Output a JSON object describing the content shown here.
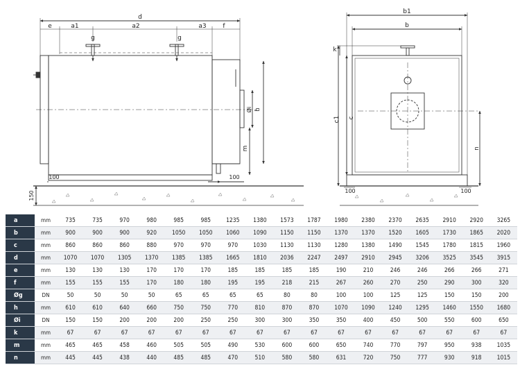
{
  "drawing": {
    "labels": {
      "d": "d",
      "e": "e",
      "a1": "a1",
      "a2": "a2",
      "a3": "a3",
      "f": "f",
      "g1": "g",
      "g2": "g",
      "h": "h",
      "i": "Øi",
      "m": "m",
      "n100a": "100",
      "n100b": "100",
      "n150": "150",
      "b1": "b1",
      "b": "b",
      "k": "k",
      "c1": "c1",
      "c": "c",
      "n": "n",
      "n100c": "100",
      "n100d": "100"
    }
  },
  "table": {
    "rows": [
      {
        "label": "a",
        "unit": "mm",
        "values": [
          "735",
          "735",
          "970",
          "980",
          "985",
          "985",
          "1235",
          "1380",
          "1573",
          "1787",
          "1980",
          "2380",
          "2370",
          "2635",
          "2910",
          "2920",
          "3265"
        ]
      },
      {
        "label": "b",
        "unit": "mm",
        "values": [
          "900",
          "900",
          "900",
          "920",
          "1050",
          "1050",
          "1060",
          "1090",
          "1150",
          "1150",
          "1370",
          "1370",
          "1520",
          "1605",
          "1730",
          "1865",
          "2020"
        ]
      },
      {
        "label": "c",
        "unit": "mm",
        "values": [
          "860",
          "860",
          "860",
          "880",
          "970",
          "970",
          "970",
          "1030",
          "1130",
          "1130",
          "1280",
          "1380",
          "1490",
          "1545",
          "1780",
          "1815",
          "1960"
        ]
      },
      {
        "label": "d",
        "unit": "mm",
        "values": [
          "1070",
          "1070",
          "1305",
          "1370",
          "1385",
          "1385",
          "1665",
          "1810",
          "2036",
          "2247",
          "2497",
          "2910",
          "2945",
          "3206",
          "3525",
          "3545",
          "3915"
        ]
      },
      {
        "label": "e",
        "unit": "mm",
        "values": [
          "130",
          "130",
          "130",
          "170",
          "170",
          "170",
          "185",
          "185",
          "185",
          "185",
          "190",
          "210",
          "246",
          "246",
          "266",
          "266",
          "271"
        ]
      },
      {
        "label": "f",
        "unit": "mm",
        "values": [
          "155",
          "155",
          "155",
          "170",
          "180",
          "180",
          "195",
          "195",
          "218",
          "215",
          "267",
          "260",
          "270",
          "250",
          "290",
          "300",
          "320"
        ]
      },
      {
        "label": "Øg",
        "unit": "DN",
        "values": [
          "50",
          "50",
          "50",
          "50",
          "65",
          "65",
          "65",
          "65",
          "80",
          "80",
          "100",
          "100",
          "125",
          "125",
          "150",
          "150",
          "200"
        ]
      },
      {
        "label": "h",
        "unit": "mm",
        "values": [
          "610",
          "610",
          "640",
          "660",
          "750",
          "750",
          "770",
          "810",
          "870",
          "870",
          "1070",
          "1090",
          "1240",
          "1295",
          "1460",
          "1550",
          "1680"
        ]
      },
      {
        "label": "Øi",
        "unit": "DN",
        "values": [
          "150",
          "150",
          "200",
          "200",
          "200",
          "250",
          "250",
          "300",
          "300",
          "350",
          "350",
          "400",
          "450",
          "500",
          "550",
          "600",
          "650"
        ]
      },
      {
        "label": "k",
        "unit": "mm",
        "values": [
          "67",
          "67",
          "67",
          "67",
          "67",
          "67",
          "67",
          "67",
          "67",
          "67",
          "67",
          "67",
          "67",
          "67",
          "67",
          "67",
          "67"
        ]
      },
      {
        "label": "m",
        "unit": "mm",
        "values": [
          "465",
          "465",
          "458",
          "460",
          "505",
          "505",
          "490",
          "530",
          "600",
          "600",
          "650",
          "740",
          "770",
          "797",
          "950",
          "938",
          "1035"
        ]
      },
      {
        "label": "n",
        "unit": "mm",
        "values": [
          "445",
          "445",
          "438",
          "440",
          "485",
          "485",
          "470",
          "510",
          "580",
          "580",
          "631",
          "720",
          "750",
          "777",
          "930",
          "918",
          "1015"
        ]
      }
    ]
  }
}
